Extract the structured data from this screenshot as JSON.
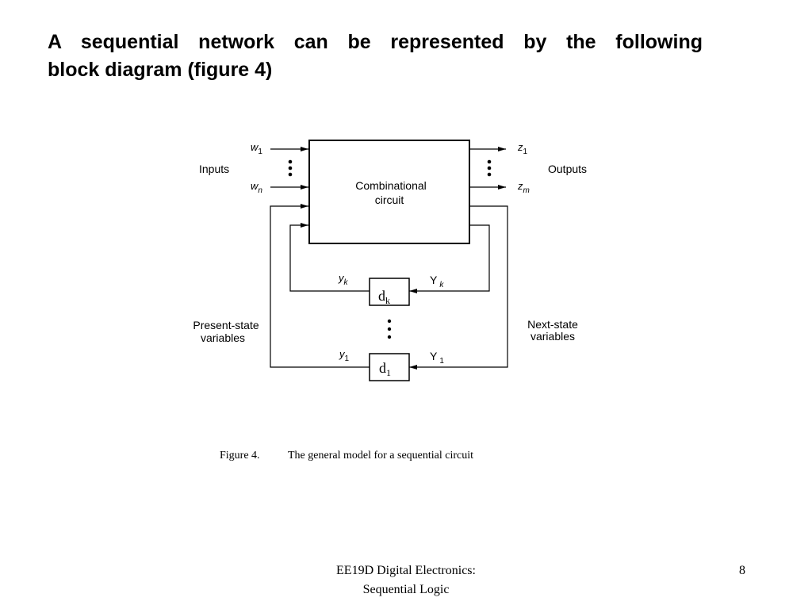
{
  "slide": {
    "title_line1": "A sequential network can be represented by the following",
    "title_line2": "block diagram (figure 4)"
  },
  "diagram": {
    "block_label_line1": "Combinational",
    "block_label_line2": "circuit",
    "inputs_label": "Inputs",
    "outputs_label": "Outputs",
    "input_first": {
      "base": "w",
      "sub": "1"
    },
    "input_last": {
      "base": "w",
      "sub": "n"
    },
    "output_first": {
      "base": "z",
      "sub": "1"
    },
    "output_last": {
      "base": "z",
      "sub": "m"
    },
    "present_state_line1": "Present-state",
    "present_state_line2": "variables",
    "next_state_line1": "Next-state",
    "next_state_line2": "variables",
    "delay_k": {
      "base": "d",
      "sub": "k"
    },
    "delay_1": {
      "base": "d",
      "sub": "1"
    },
    "present_k": {
      "base": "y",
      "sub": "k"
    },
    "present_1": {
      "base": "y",
      "sub": "1"
    },
    "next_k": {
      "base": "Y",
      "sub": "k"
    },
    "next_1": {
      "base": "Y",
      "sub": "1"
    }
  },
  "caption": {
    "number": "Figure 4.",
    "text": "The general model for a sequential circuit"
  },
  "footer": {
    "line1": "EE19D Digital Electronics:",
    "line2": "Sequential Logic",
    "page_number": "8"
  }
}
